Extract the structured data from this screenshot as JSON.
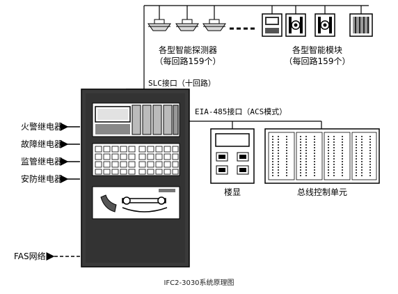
{
  "detectors": {
    "title": "各型智能探测器",
    "subtitle": "（每回路159个）"
  },
  "modules": {
    "title": "各型智能模块",
    "subtitle": "（每回路159个）"
  },
  "slc_label": "SLC接口（十回路）",
  "eia_label": "EIA-485接口（ACS模式）",
  "relays": [
    {
      "label": "火警继电器"
    },
    {
      "label": "故障继电器"
    },
    {
      "label": "监管继电器"
    },
    {
      "label": "安防继电器"
    }
  ],
  "fas_label": "FAS网络",
  "floor_display_label": "楼显",
  "bus_control_label": "总线控制单元",
  "caption": "IFC2-3030系统原理图"
}
